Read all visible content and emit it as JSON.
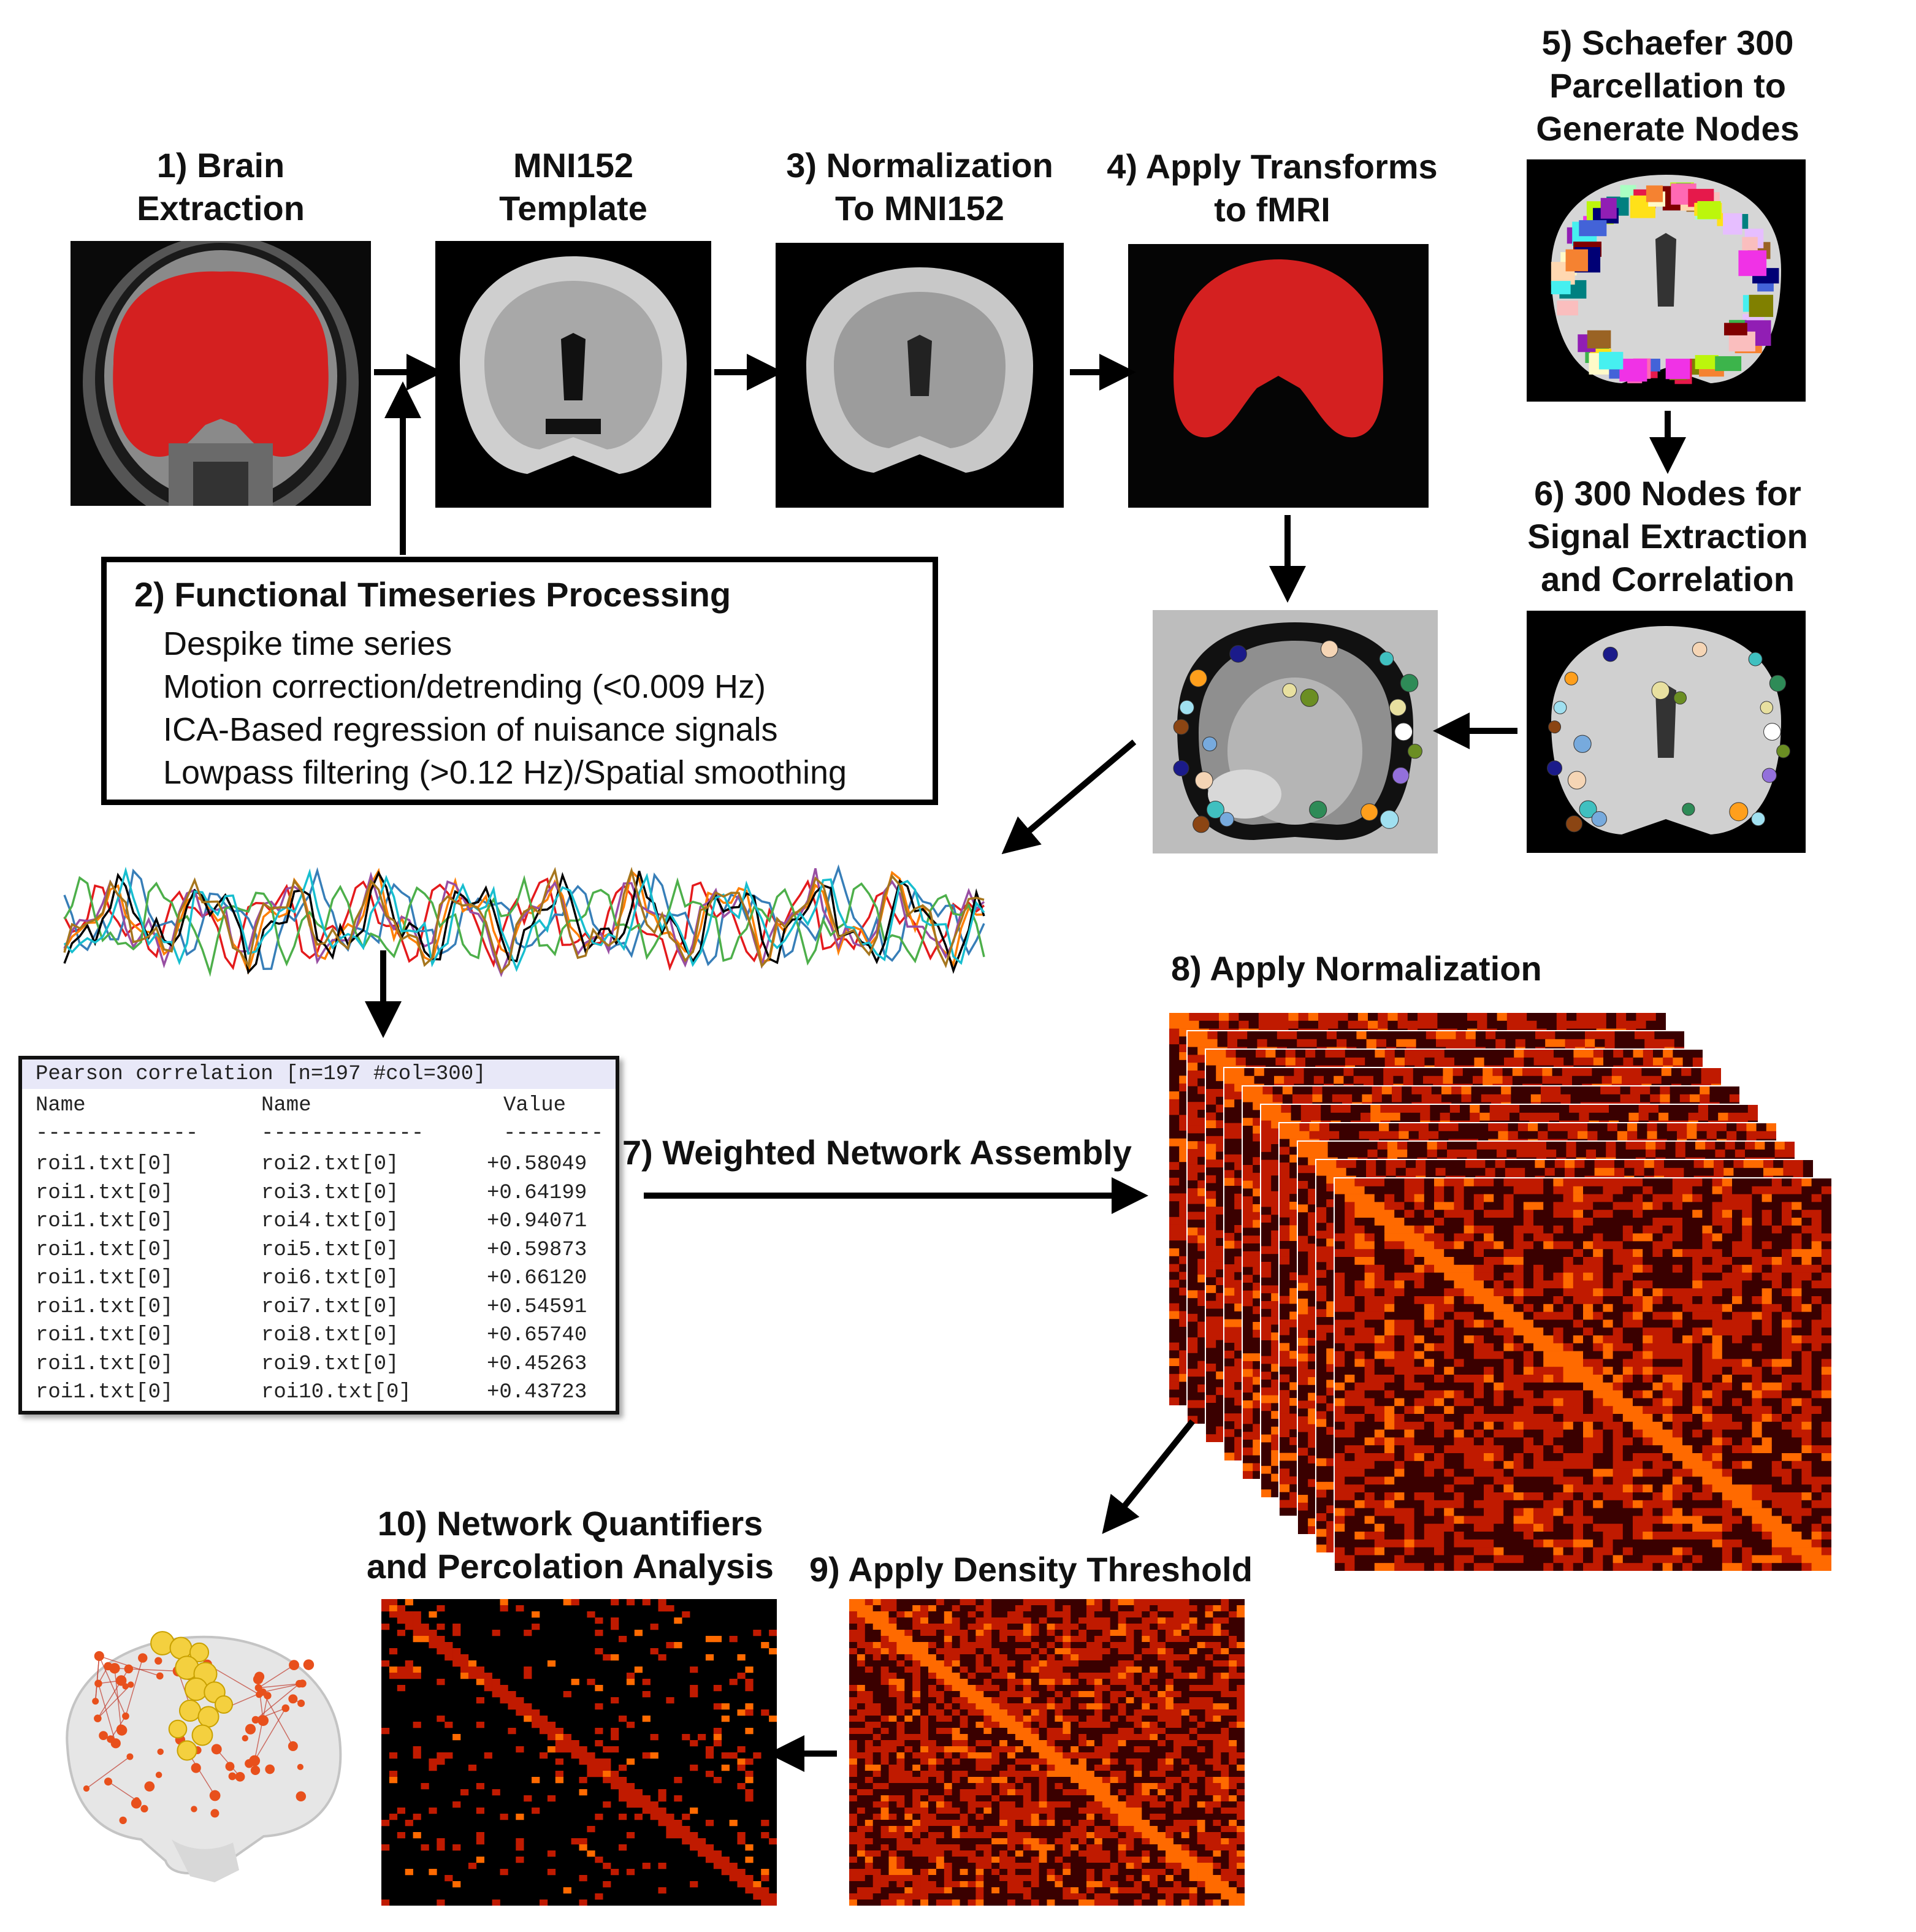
{
  "steps": {
    "s1": [
      "1) Brain",
      "Extraction"
    ],
    "template": [
      "MNI152",
      "Template"
    ],
    "s3": [
      "3) Normalization",
      "To MNI152"
    ],
    "s4": [
      "4) Apply Transforms",
      "to fMRI"
    ],
    "s5": [
      "5) Schaefer 300",
      "Parcellation to",
      "Generate Nodes"
    ],
    "s6": [
      "6) 300 Nodes for",
      "Signal Extraction",
      "and Correlation"
    ],
    "s7": "7) Weighted Network Assembly",
    "s8": "8) Apply Normalization",
    "s9": "9) Apply Density Threshold",
    "s10": [
      "10) Network Quantifiers",
      "and Percolation Analysis"
    ]
  },
  "processing": {
    "title": "2) Functional Timeseries Processing",
    "items": [
      "Despike time series",
      "Motion correction/detrending (<0.009 Hz)",
      "ICA-Based regression of nuisance signals",
      "Lowpass filtering (>0.12 Hz)/Spatial smoothing"
    ]
  },
  "correlation_table": {
    "header": "Pearson correlation [n=197 #col=300]",
    "columns": [
      "Name",
      "Name",
      "Value"
    ],
    "separators": [
      "-------------",
      "-------------",
      "--------"
    ],
    "rows": [
      [
        "roi1.txt[0]",
        "roi2.txt[0]",
        "+0.58049"
      ],
      [
        "roi1.txt[0]",
        "roi3.txt[0]",
        "+0.64199"
      ],
      [
        "roi1.txt[0]",
        "roi4.txt[0]",
        "+0.94071"
      ],
      [
        "roi1.txt[0]",
        "roi5.txt[0]",
        "+0.59873"
      ],
      [
        "roi1.txt[0]",
        "roi6.txt[0]",
        "+0.66120"
      ],
      [
        "roi1.txt[0]",
        "roi7.txt[0]",
        "+0.54591"
      ],
      [
        "roi1.txt[0]",
        "roi8.txt[0]",
        "+0.65740"
      ],
      [
        "roi1.txt[0]",
        "roi9.txt[0]",
        "+0.45263"
      ],
      [
        "roi1.txt[0]",
        "roi10.txt[0]",
        "+0.43723"
      ]
    ]
  },
  "colors": {
    "brain_mask": "#d42020",
    "matrix_dark": "#3a0000",
    "matrix_mid": "#c01a00",
    "matrix_hot": "#ff6a00",
    "timeseries": [
      "#e41a1c",
      "#377eb8",
      "#ff7f00",
      "#984ea3",
      "#4daf4a",
      "#000000",
      "#17becf",
      "#a6761d"
    ]
  },
  "icons": [
    "mri-brain-extraction",
    "mni152-template",
    "normalized-brain",
    "fmri-mask",
    "schaefer-parcellation",
    "node-map",
    "fmri-node-overlay",
    "timeseries-plot",
    "matrix-stack",
    "thresholded-matrix",
    "quantifier-matrix",
    "brain-network-3d"
  ]
}
